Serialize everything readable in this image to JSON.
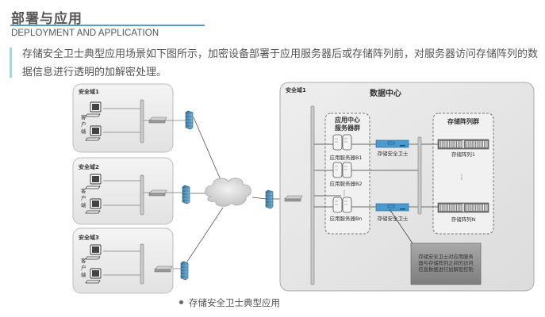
{
  "header": {
    "title": "部署与应用",
    "subtitle": "DEPLOYMENT AND APPLICATION"
  },
  "intro": "存储安全卫士典型应用场景如下图所示，加密设备部署于应用服务器后或存储阵列前，对服务器访问存储阵列的数据信息进行透明的加解密处理。",
  "diagram": {
    "security_domains": [
      {
        "label": "安全域1",
        "client_label": "客户端"
      },
      {
        "label": "安全域2",
        "client_label": "客户端"
      },
      {
        "label": "安全域3",
        "client_label": "客户端"
      }
    ],
    "datacenter": {
      "domain_label": "安全域1",
      "title": "数据中心",
      "app_group": {
        "title_line1": "应用中心",
        "title_line2": "服务器群",
        "servers": [
          "应用服务器B1",
          "应用服务器B2",
          "应用服务器Bn"
        ],
        "ellipsis": "⋮"
      },
      "guards": [
        "存储安全卫士",
        "存储安全卫士"
      ],
      "storage_group": {
        "title": "存储阵列群",
        "arrays": [
          "存储阵列1",
          "存储阵列N"
        ],
        "ellipsis": "⋮"
      },
      "note_lines": [
        "存储安全卫士对应用服务",
        "器与存储阵列之间的访问",
        "信息数据进行加解密控制"
      ]
    },
    "colors": {
      "firewall": "#3f7fa8",
      "guard": "#4a9ad0",
      "panel": "#e6e6e6",
      "note": "#8a8a8a"
    }
  },
  "caption": "存储安全卫士典型应用"
}
